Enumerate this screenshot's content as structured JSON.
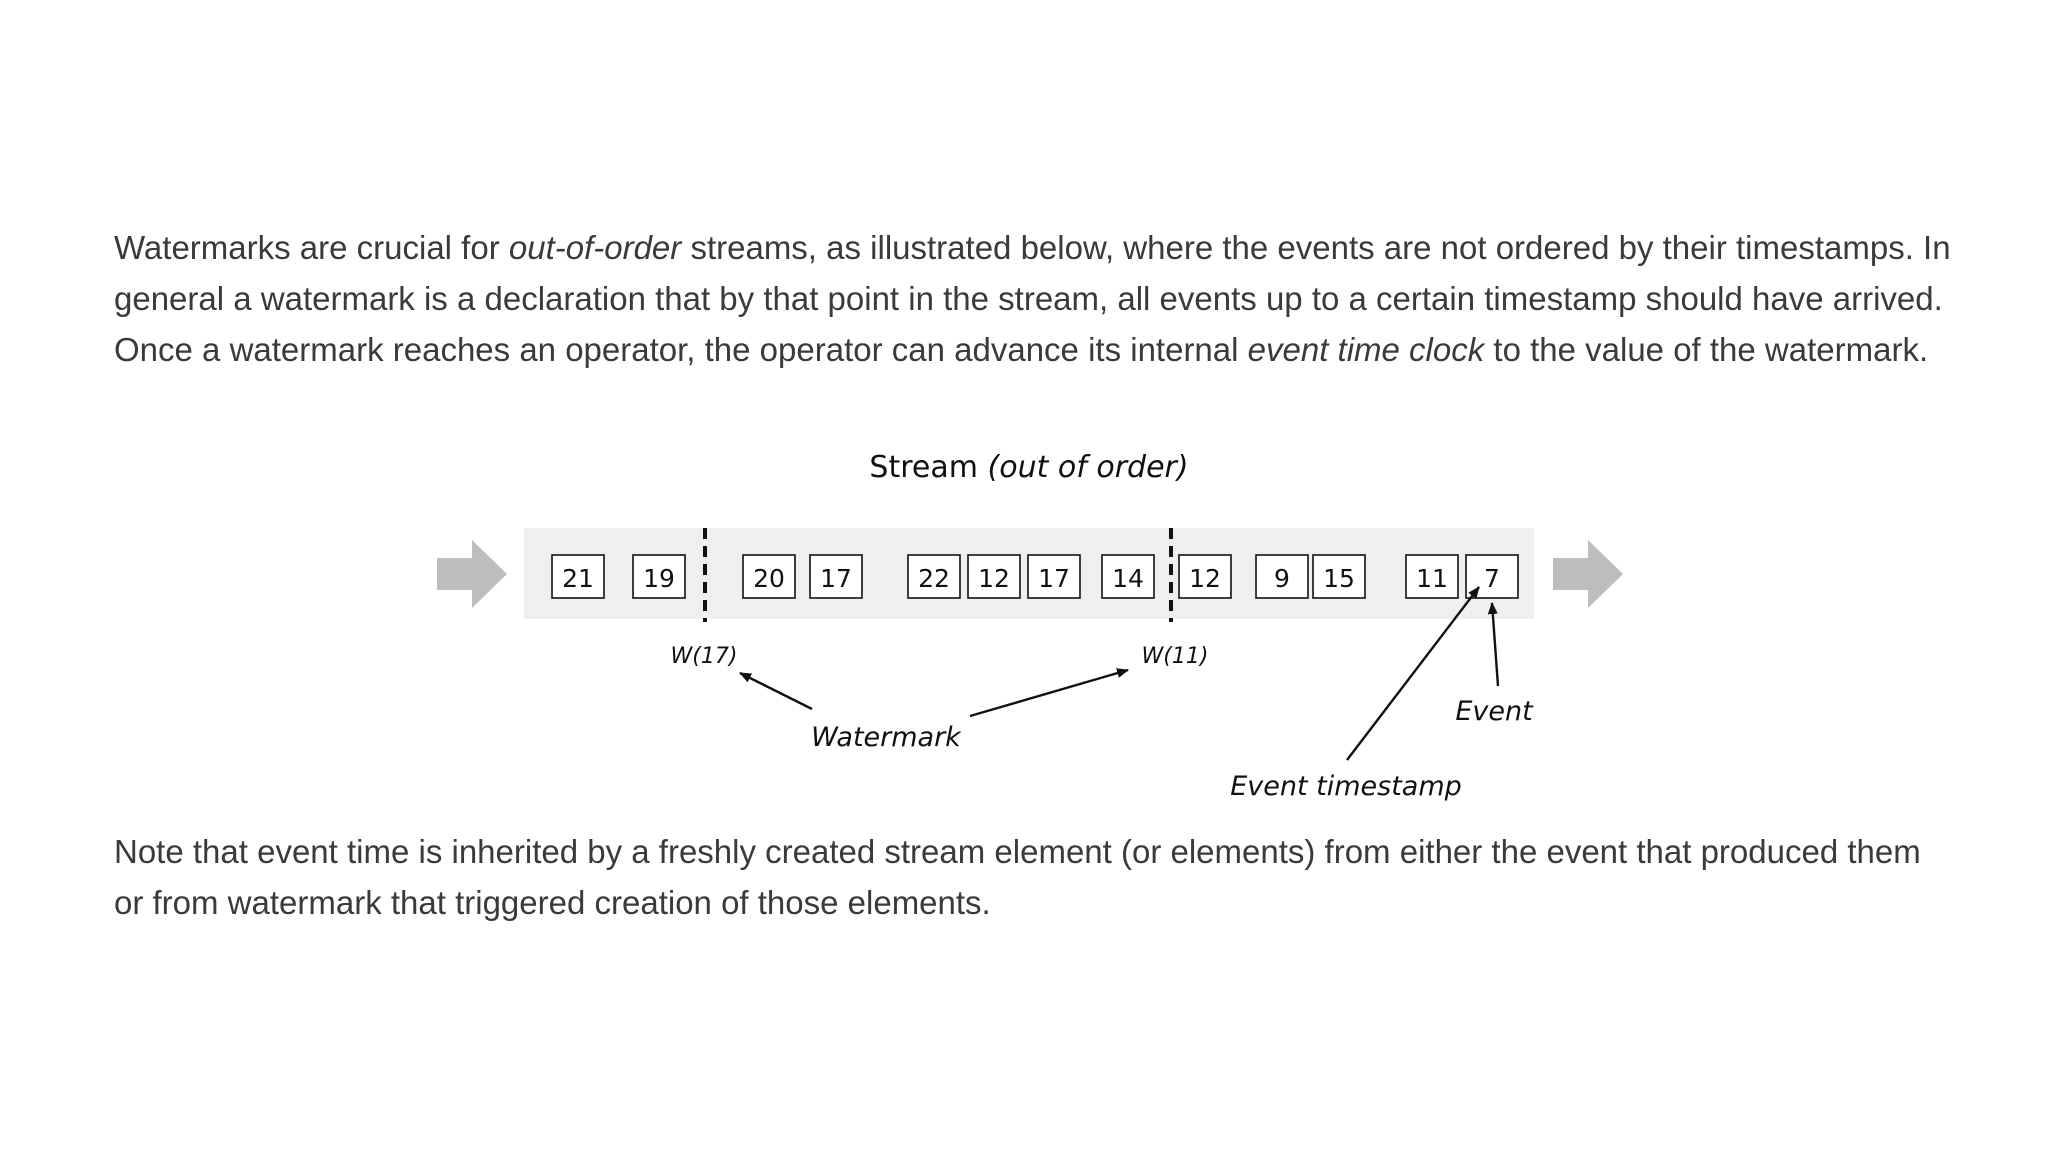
{
  "paragraph1": [
    {
      "text": "Watermarks are crucial for ",
      "italic": false
    },
    {
      "text": "out-of-order",
      "italic": true
    },
    {
      "text": " streams, as illustrated below, where the events are not ordered by their timestamps. In general a watermark is a declaration that by that point in the stream, all events up to a certain timestamp should have arrived. Once a watermark reaches an operator, the operator can advance its internal ",
      "italic": false
    },
    {
      "text": "event time clock",
      "italic": true
    },
    {
      "text": " to the value of the watermark.",
      "italic": false
    }
  ],
  "diagram": {
    "title_prefix": "Stream ",
    "title_italic": "(out of order)",
    "events": [
      "21",
      "19",
      "20",
      "17",
      "22",
      "12",
      "17",
      "14",
      "12",
      "9",
      "15",
      "11",
      "7"
    ],
    "watermarks": [
      "W(17)",
      "W(11)"
    ],
    "labels": {
      "watermark": "Watermark",
      "event": "Event",
      "event_timestamp": "Event timestamp"
    },
    "colors": {
      "stream_band": "#efefef",
      "flow_arrow": "#bdbdbd",
      "ink": "#111111"
    }
  },
  "paragraph2": [
    {
      "text": "Note that event time is inherited by a freshly created stream element (or elements) from either the event that produced them or from watermark that triggered creation of those elements.",
      "italic": false
    }
  ]
}
